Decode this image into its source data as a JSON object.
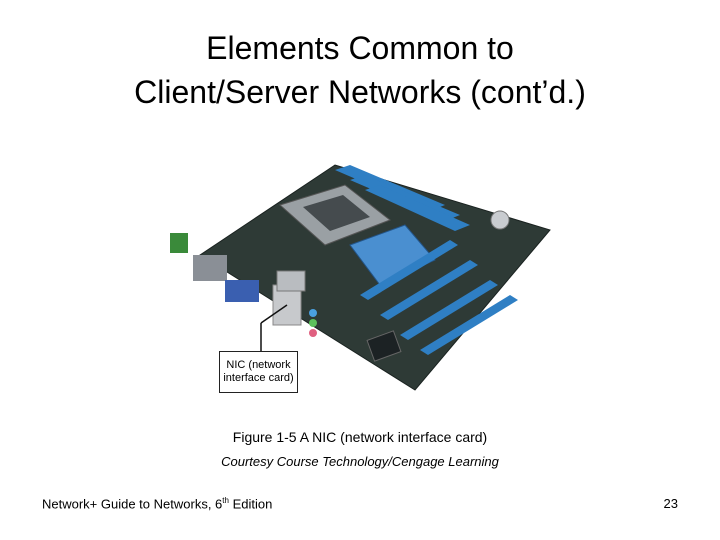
{
  "slide": {
    "title_line1": "Elements Common to",
    "title_line2": "Client/Server Networks (cont’d.)",
    "callout_line1": "NIC (network",
    "callout_line2": "interface card)",
    "caption": "Figure 1-5 A NIC (network interface card)",
    "credit": "Courtesy Course Technology/Cengage Learning"
  },
  "footer": {
    "book_prefix": "Network+ Guide to Networks, 6",
    "book_sup": "th",
    "book_suffix": " Edition",
    "page_number": "23"
  },
  "colors": {
    "board": "#2e3a36",
    "slot_blue": "#2f7fc4",
    "heatsink_blue": "#4a8fd0"
  }
}
